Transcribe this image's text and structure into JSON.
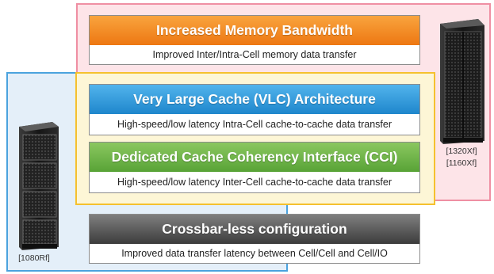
{
  "features": {
    "memory": {
      "title": "Increased Memory Bandwidth",
      "description": "Improved Inter/Intra-Cell memory data transfer",
      "color": "#f08a1e"
    },
    "vlc": {
      "title": "Very Large Cache (VLC) Architecture",
      "description": "High-speed/low latency Intra-Cell cache-to-cache data transfer",
      "color": "#2b95d6"
    },
    "cci": {
      "title": "Dedicated Cache Coherency Interface (CCI)",
      "description": "High-speed/low latency Inter-Cell cache-to-cache data transfer",
      "color": "#6cb446"
    },
    "crossbar": {
      "title": "Crossbar-less configuration",
      "description": "Improved data transfer latency between Cell/Cell and Cell/IO",
      "color": "#555555"
    }
  },
  "servers": {
    "large": {
      "label_1": "[1320Xf]",
      "label_2": "[1160Xf]",
      "icon": "rack-server-icon"
    },
    "small": {
      "label": "[1080Rf]",
      "icon": "rack-server-icon"
    }
  },
  "regions": {
    "pink": "#ef8fa3",
    "blue": "#4ba3de",
    "yellow": "#f5c12e"
  }
}
